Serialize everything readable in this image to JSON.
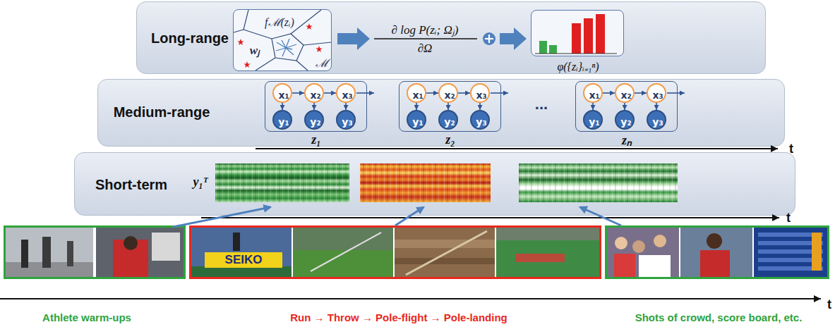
{
  "diagram": {
    "nodes": [
      {
        "text": [
          "Long-range"
        ]
      },
      {
        "text": [
          "fℳ(zᵢ)",
          "wⱼ",
          "ℳ"
        ],
        "in": 0
      },
      {
        "text": [
          "φ({zᵢ}ᵢ₌₁ⁿ)"
        ],
        "in": 0
      },
      {
        "text": [
          "Medium-range"
        ]
      },
      {
        "text": [
          "z₁"
        ],
        "in": 3
      },
      {
        "text": [
          "x₁"
        ],
        "in": 4
      },
      {
        "text": [
          "x₂"
        ],
        "in": 4
      },
      {
        "text": [
          "x₃"
        ],
        "in": 4
      },
      {
        "text": [
          "y₁"
        ],
        "in": 4
      },
      {
        "text": [
          "y₂"
        ],
        "in": 4
      },
      {
        "text": [
          "y₃"
        ],
        "in": 4
      },
      {
        "text": [
          "z₂"
        ],
        "in": 3
      },
      {
        "text": [
          "x₁"
        ],
        "in": 11
      },
      {
        "text": [
          "x₂"
        ],
        "in": 11
      },
      {
        "text": [
          "x₃"
        ],
        "in": 11
      },
      {
        "text": [
          "y₁"
        ],
        "in": 11
      },
      {
        "text": [
          "y₂"
        ],
        "in": 11
      },
      {
        "text": [
          "y₃"
        ],
        "in": 11
      },
      {
        "text": [
          "zₙ"
        ],
        "in": 3
      },
      {
        "text": [
          "x₁"
        ],
        "in": 18
      },
      {
        "text": [
          "x₂"
        ],
        "in": 18
      },
      {
        "text": [
          "x₃"
        ],
        "in": 18
      },
      {
        "text": [
          "y₁"
        ],
        "in": 18
      },
      {
        "text": [
          "y₂"
        ],
        "in": 18
      },
      {
        "text": [
          "y₃"
        ],
        "in": 18
      },
      {
        "text": [
          "Short-term"
        ]
      },
      {
        "text": [
          "Athlete warm-ups"
        ]
      },
      {
        "text": [
          "Run → Throw → Pole-flight → Pole-landing"
        ]
      },
      {
        "text": [
          "Shots of crowd, score board, etc."
        ]
      }
    ],
    "edges": [
      {
        "from": 5,
        "to": 6,
        "arrow": "to"
      },
      {
        "from": 6,
        "to": 7,
        "arrow": "to"
      },
      {
        "from": 5,
        "to": 8,
        "arrow": "to"
      },
      {
        "from": 6,
        "to": 9,
        "arrow": "to"
      },
      {
        "from": 7,
        "to": 10,
        "arrow": "to"
      },
      {
        "from": 12,
        "to": 13,
        "arrow": "to"
      },
      {
        "from": 13,
        "to": 14,
        "arrow": "to"
      },
      {
        "from": 12,
        "to": 15,
        "arrow": "to"
      },
      {
        "from": 13,
        "to": 16,
        "arrow": "to"
      },
      {
        "from": 14,
        "to": 17,
        "arrow": "to"
      },
      {
        "from": 19,
        "to": 20,
        "arrow": "to"
      },
      {
        "from": 20,
        "to": 21,
        "arrow": "to"
      },
      {
        "from": 19,
        "to": 22,
        "arrow": "to"
      },
      {
        "from": 20,
        "to": 23,
        "arrow": "to"
      },
      {
        "from": 21,
        "to": 24,
        "arrow": "to"
      }
    ],
    "labels": [
      "∂ log P(zᵢ; Ωⱼ)",
      "∂Ω",
      "...",
      "t",
      "y₁ᵀ",
      "t",
      "t",
      "SEIKO"
    ]
  }
}
